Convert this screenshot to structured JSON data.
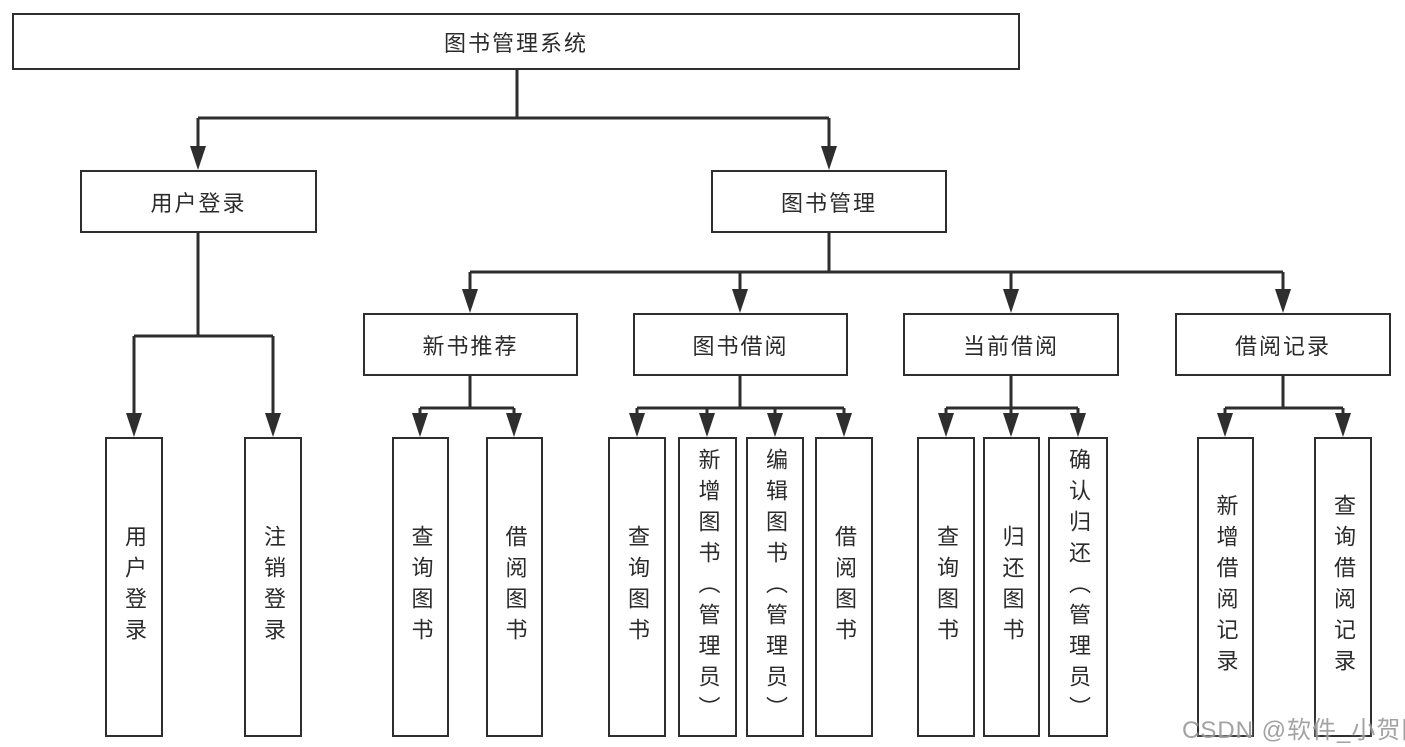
{
  "diagram_type": "functional-decomposition-tree",
  "colors": {
    "line": "#2e2e2e",
    "box_border": "#2e2e2e",
    "box_bg": "#ffffff",
    "watermark": "#969696"
  },
  "tree": {
    "label": "图书管理系统",
    "children": [
      {
        "label": "用户登录",
        "children": [
          {
            "label": "用户登录"
          },
          {
            "label": "注销登录"
          }
        ]
      },
      {
        "label": "图书管理",
        "children": [
          {
            "label": "新书推荐",
            "children": [
              {
                "label": "查询图书"
              },
              {
                "label": "借阅图书"
              }
            ]
          },
          {
            "label": "图书借阅",
            "children": [
              {
                "label": "查询图书"
              },
              {
                "label": "新增图书（管理员）"
              },
              {
                "label": "编辑图书（管理员）"
              },
              {
                "label": "借阅图书"
              }
            ]
          },
          {
            "label": "当前借阅",
            "children": [
              {
                "label": "查询图书"
              },
              {
                "label": "归还图书"
              },
              {
                "label": "确认归还（管理员）"
              }
            ]
          },
          {
            "label": "借阅记录",
            "children": [
              {
                "label": "新增借阅记录"
              },
              {
                "label": "查询借阅记录"
              }
            ]
          }
        ]
      }
    ]
  },
  "watermark": "CSDN @软件_小贺同学"
}
